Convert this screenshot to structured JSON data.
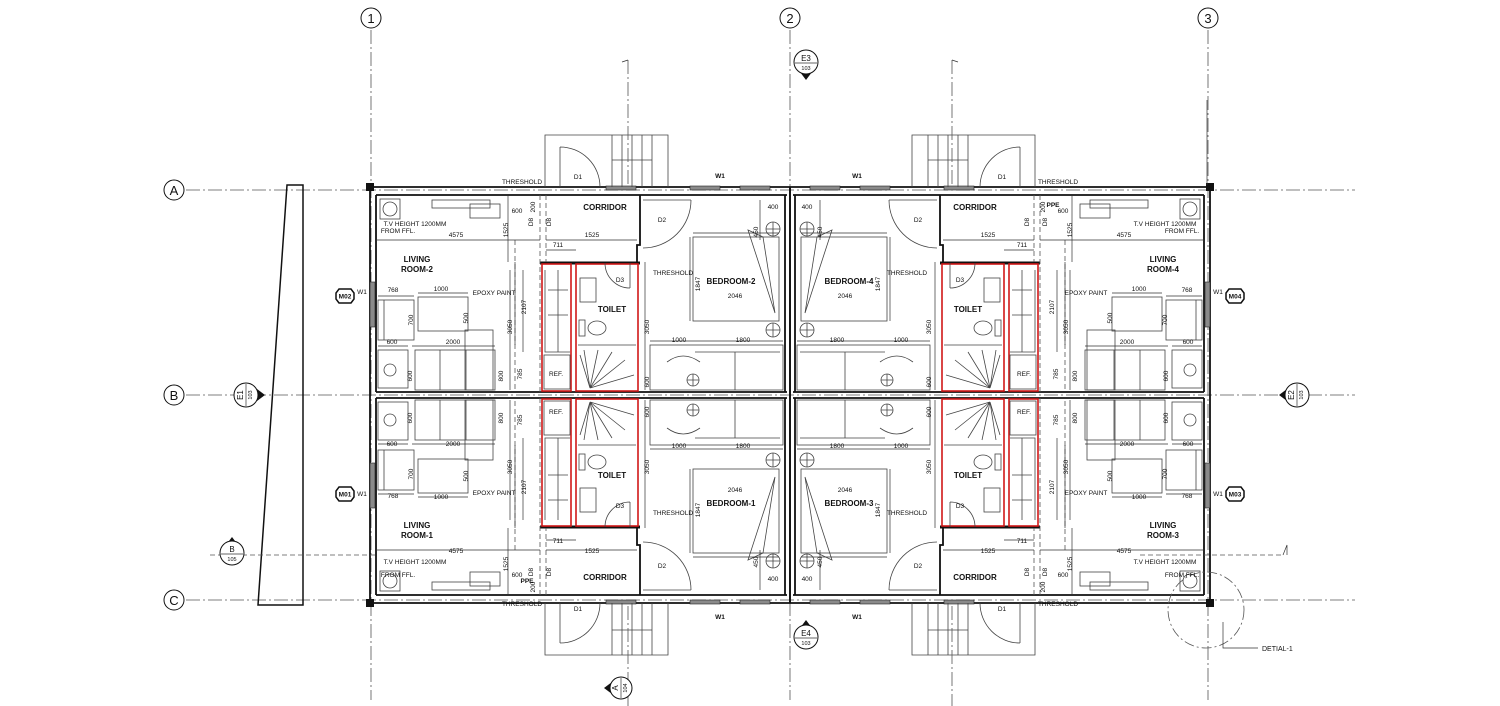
{
  "grid": {
    "columns": [
      "1",
      "2",
      "3"
    ],
    "rows": [
      "A",
      "B",
      "C"
    ]
  },
  "section_markers": [
    {
      "id": "E3",
      "sheet": "103"
    },
    {
      "id": "E4",
      "sheet": "103"
    },
    {
      "id": "E1",
      "sheet": "103"
    },
    {
      "id": "E2",
      "sheet": "103"
    },
    {
      "id": "B",
      "sheet": "105"
    },
    {
      "id": "A",
      "sheet": "104"
    }
  ],
  "detail_callout": "DETIAL-1",
  "window_tag": "W1",
  "labels": {
    "living": "LIVING",
    "corridor": "CORRIDOR",
    "toilet": "TOILET",
    "ref": "REF.",
    "threshold": "THRESHOLD",
    "epoxy": "EPOXY PAINT",
    "tv_line1": "T.V HEIGHT 1200MM",
    "tv_line2": "FROM FFL.",
    "door_d1": "D1",
    "door_d2": "D2",
    "door_d3": "D3",
    "door_d8": "D8",
    "ppe": "PPE"
  },
  "dimensions": [
    "4575",
    "1525",
    "711",
    "768",
    "1000",
    "2000",
    "600",
    "1525",
    "200",
    "3050",
    "2107",
    "785",
    "800",
    "700",
    "500",
    "3050",
    "1847",
    "2046",
    "1000",
    "1800",
    "400",
    "450",
    "600",
    "600",
    "600"
  ],
  "quadrants": [
    {
      "room": "ROOM-2",
      "bedroom": "BEDROOM-2",
      "module": "M02"
    },
    {
      "room": "ROOM-4",
      "bedroom": "BEDROOM-4",
      "module": "M04"
    },
    {
      "room": "ROOM-1",
      "bedroom": "BEDROOM-1",
      "module": "M01"
    },
    {
      "room": "ROOM-3",
      "bedroom": "BEDROOM-3",
      "module": "M03"
    }
  ]
}
